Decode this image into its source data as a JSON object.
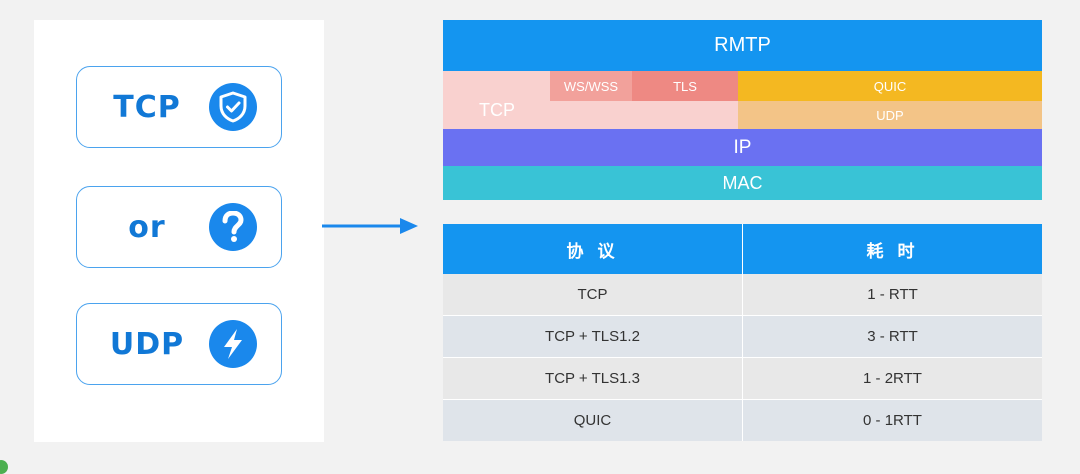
{
  "choices": [
    {
      "label": "TCP",
      "icon": "shield-check-icon"
    },
    {
      "label": "or",
      "icon": "question-mark-icon"
    },
    {
      "label": "UDP",
      "icon": "lightning-bolt-icon"
    }
  ],
  "stack": {
    "rmtp": "RMTP",
    "tcp": "TCP",
    "ws": "WS/WSS",
    "tls": "TLS",
    "quic": "QUIC",
    "udp": "UDP",
    "ip": "IP",
    "mac": "MAC"
  },
  "table": {
    "headers": [
      "协 议",
      "耗 时"
    ],
    "rows": [
      [
        "TCP",
        "1 - RTT"
      ],
      [
        "TCP + TLS1.2",
        "3 - RTT"
      ],
      [
        "TCP + TLS1.3",
        "1 - 2RTT"
      ],
      [
        "QUIC",
        "0 - 1RTT"
      ]
    ]
  },
  "colors": {
    "accent": "#1495f0",
    "tcp_layer": "#f9d1cf",
    "ws_layer": "#f2a19b",
    "tls_layer": "#ee8983",
    "quic_layer": "#f4b821",
    "udp_layer": "#f3c487",
    "ip_layer": "#6a71f2",
    "mac_layer": "#39c3d6"
  }
}
